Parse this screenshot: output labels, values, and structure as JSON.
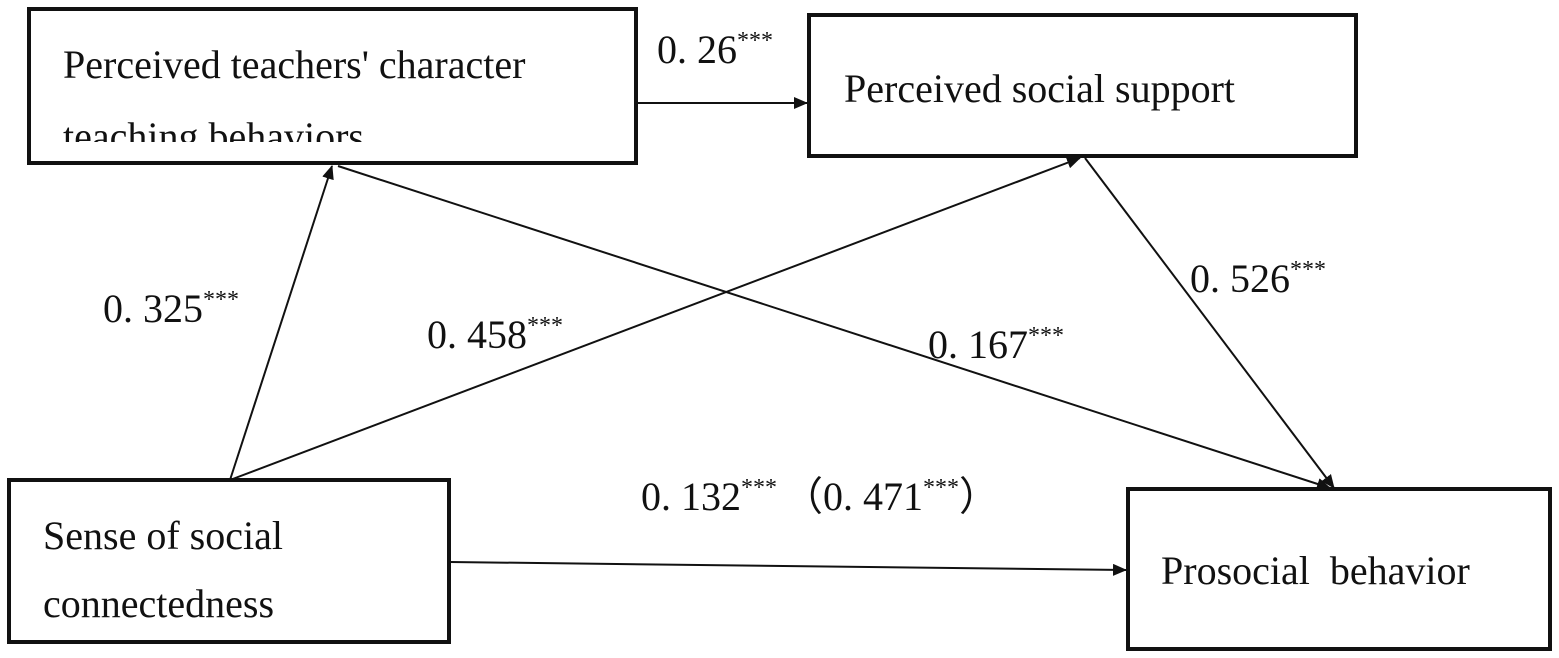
{
  "nodes": {
    "teachers": {
      "line1": "Perceived teachers' character",
      "line2": "teaching behaviors"
    },
    "support": {
      "line1": "Perceived social support"
    },
    "connectedness": {
      "line1": "Sense of social",
      "line2": "connectedness"
    },
    "prosocial": {
      "line1": "Prosocial  behavior"
    }
  },
  "paths": {
    "teachers_to_support": {
      "value": "0. 26",
      "sig": "***"
    },
    "connectedness_to_teachers": {
      "value": "0. 325",
      "sig": "***"
    },
    "connectedness_to_support": {
      "value": "0. 458",
      "sig": "***"
    },
    "teachers_to_prosocial": {
      "value": "0. 167",
      "sig": "***"
    },
    "support_to_prosocial": {
      "value": "0. 526",
      "sig": "***"
    },
    "connectedness_to_prosocial": {
      "value": "0. 132",
      "sig": "***",
      "total_open": "（0. 471",
      "total_sig": "***",
      "total_close": "）"
    }
  }
}
